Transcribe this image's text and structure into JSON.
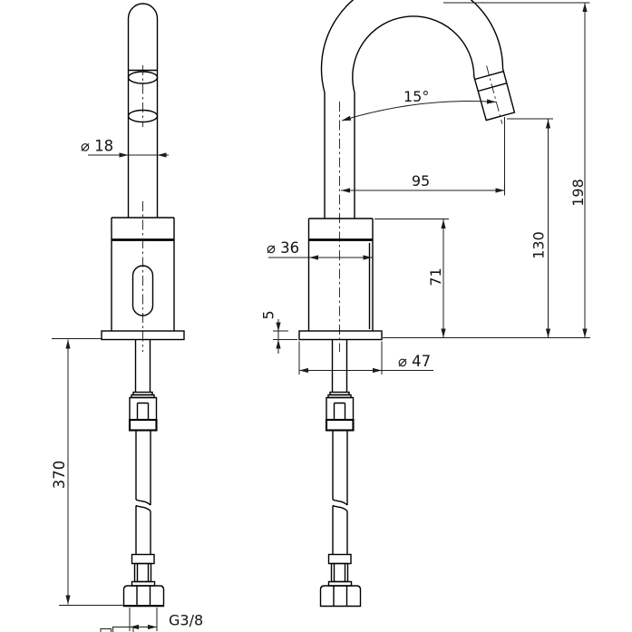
{
  "drawing": {
    "title": "faucet-dimension-drawing",
    "views": {
      "left": "front-view",
      "right": "side-view"
    },
    "dimensions": {
      "spout_diameter": "⌀ 18",
      "spout_angle": "15°",
      "spout_reach": "95",
      "total_height": "198",
      "outlet_height": "130",
      "body_height": "71",
      "body_diameter": "⌀ 36",
      "base_plate_thickness": "5",
      "base_plate_diameter": "⌀ 47",
      "supply_hose_length": "370",
      "connection_thread": "G3/8"
    },
    "colors": {
      "line": "#000000",
      "dimension_line": "#1c1c1c",
      "background": "#ffffff"
    }
  }
}
